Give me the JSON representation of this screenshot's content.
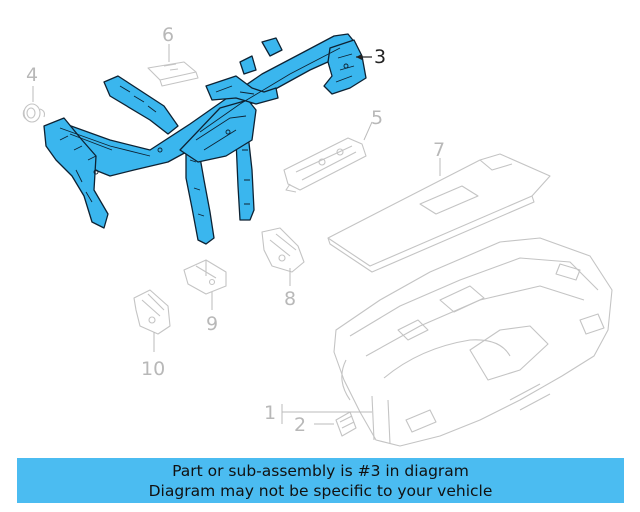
{
  "callouts": {
    "c1": "1",
    "c2": "2",
    "c3": "3",
    "c4": "4",
    "c5": "5",
    "c6": "6",
    "c7": "7",
    "c8": "8",
    "c9": "9",
    "c10": "10"
  },
  "highlight_part": "3",
  "colors": {
    "highlight": "#3ab6ee",
    "banner": "#4bbcf1",
    "part_outline": "#c4c4c4"
  },
  "banner": {
    "line1": "Part or sub-assembly is #3 in diagram",
    "line2": "Diagram may not be specific to your vehicle"
  }
}
